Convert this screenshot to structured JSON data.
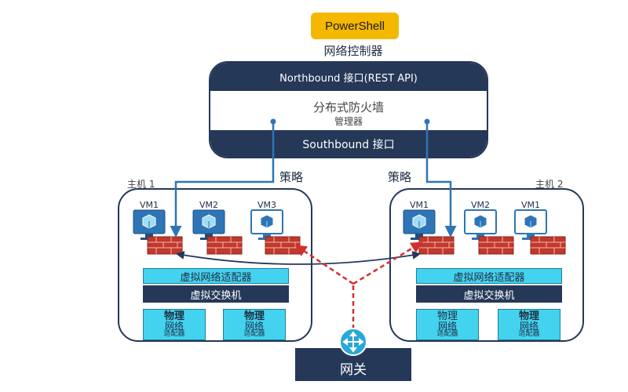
{
  "powershell": {
    "label": "PowerShell"
  },
  "controller": {
    "caption": "网络控制器",
    "northbound": "Northbound 接口(REST API)",
    "firewall_title": "分布式防火墙",
    "firewall_sub": "管理器",
    "southbound": "Southbound 接口"
  },
  "policy_labels": {
    "left": "策略",
    "right": "策略"
  },
  "host1": {
    "label": "主机 1",
    "vms": [
      {
        "label": "VM1"
      },
      {
        "label": "VM2"
      },
      {
        "label": "VM3"
      }
    ],
    "vnic_adapter": "虚拟网络适配器",
    "vswitch": "虚拟交换机",
    "nics": [
      {
        "line1": "物理",
        "line2": "网络",
        "line3": "适配器"
      },
      {
        "line1": "物理",
        "line2": "网络",
        "line3": "适配器"
      }
    ]
  },
  "host2": {
    "label": "主机 2",
    "vms": [
      {
        "label": "VM1"
      },
      {
        "label": "VM2"
      },
      {
        "label": "VM1"
      }
    ],
    "vnic_adapter": "虚拟网络适配器",
    "vswitch": "虚拟交换机",
    "nics": [
      {
        "line1": "物理",
        "line2": "网络",
        "line3": "适配器"
      },
      {
        "line1": "物理",
        "line2": "网络",
        "line3": "适配器"
      }
    ]
  },
  "gateway": {
    "label": "网关"
  },
  "colors": {
    "navy": "#253858",
    "cyan": "#43d3ee",
    "gold": "#f5b800",
    "firewall_red": "#c0392b",
    "arrow_blue": "#2e75b6",
    "dashed_red": "#d32f2f"
  },
  "icons": [
    "vm-monitor-icon",
    "firewall-icon",
    "router-icon"
  ]
}
